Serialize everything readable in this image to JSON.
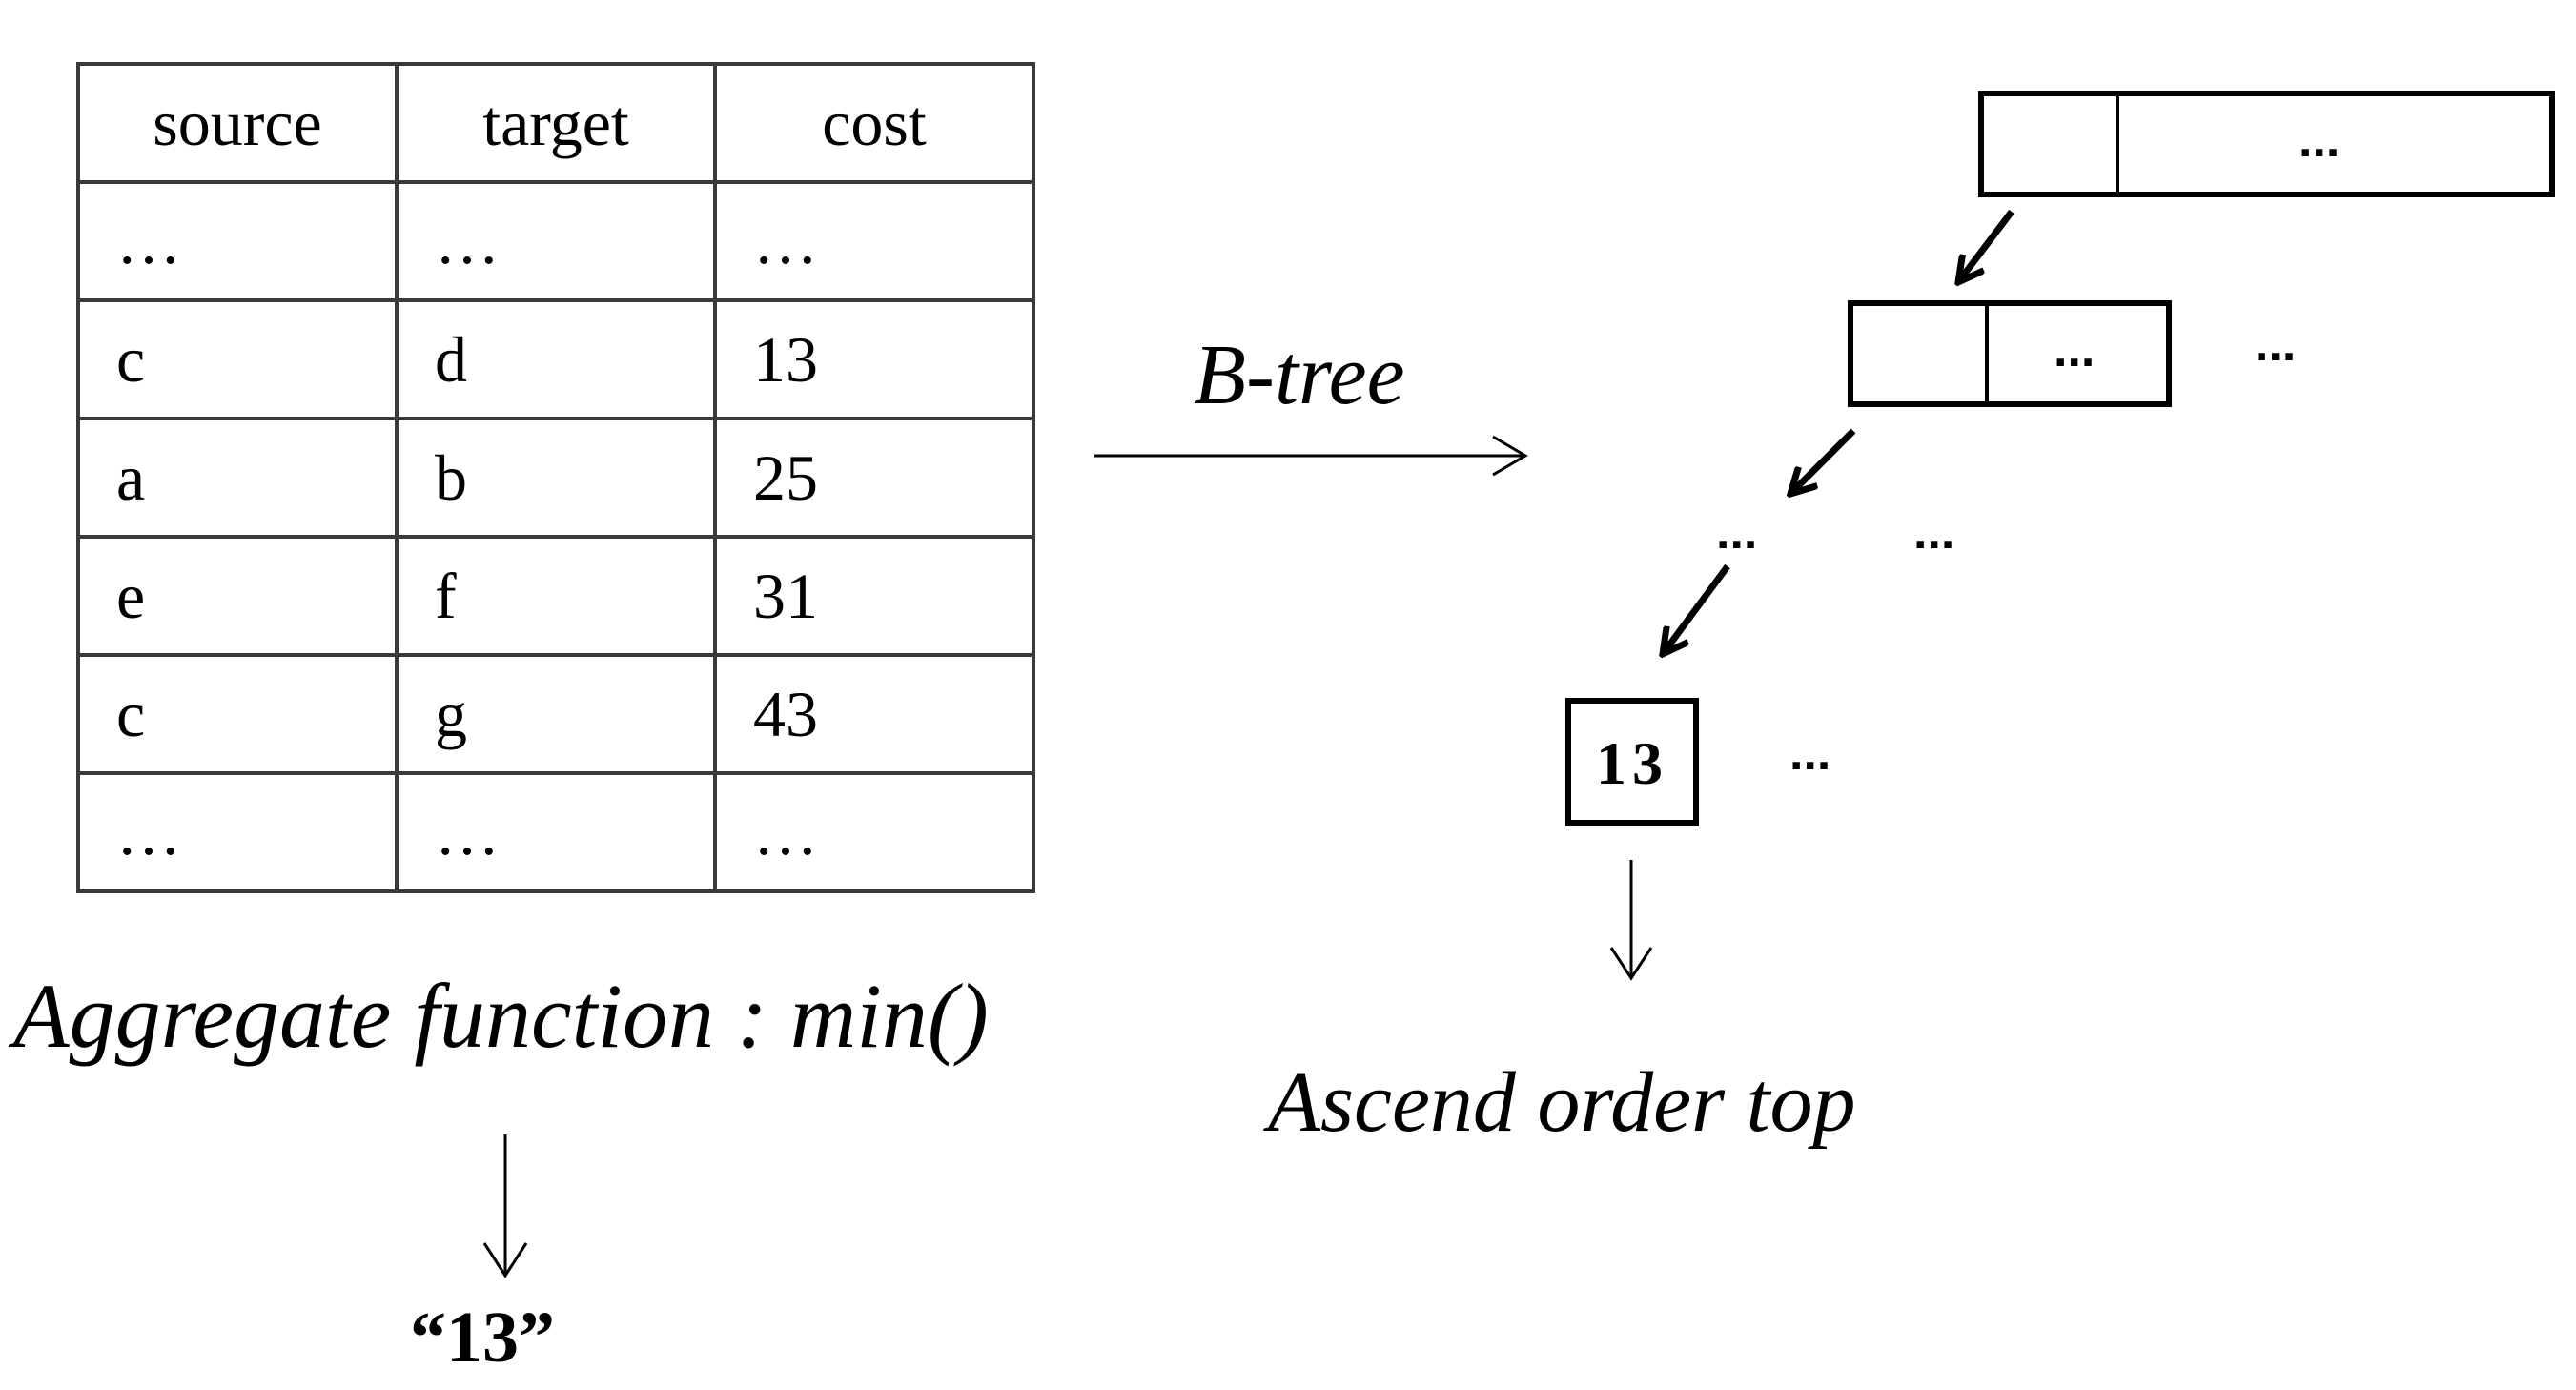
{
  "table": {
    "headers": [
      "source",
      "target",
      "cost"
    ],
    "rows": [
      [
        "…",
        "…",
        "…"
      ],
      [
        "c",
        "d",
        "13"
      ],
      [
        "a",
        "b",
        "25"
      ],
      [
        "e",
        "f",
        "31"
      ],
      [
        "c",
        "g",
        "43"
      ],
      [
        "…",
        "…",
        "…"
      ]
    ]
  },
  "aggregate_caption": "Aggregate function : min()",
  "result_label": "“13”",
  "btree_label": "B-tree",
  "tree": {
    "root_ellipsis": "...",
    "level2_ellipsis": "...",
    "level2_side_ellipsis": "...",
    "level3_left_ellipsis": "...",
    "level3_right_ellipsis": "...",
    "leaf_value": "13",
    "leaf_side_ellipsis": "..."
  },
  "ascend_caption": "Ascend order top"
}
